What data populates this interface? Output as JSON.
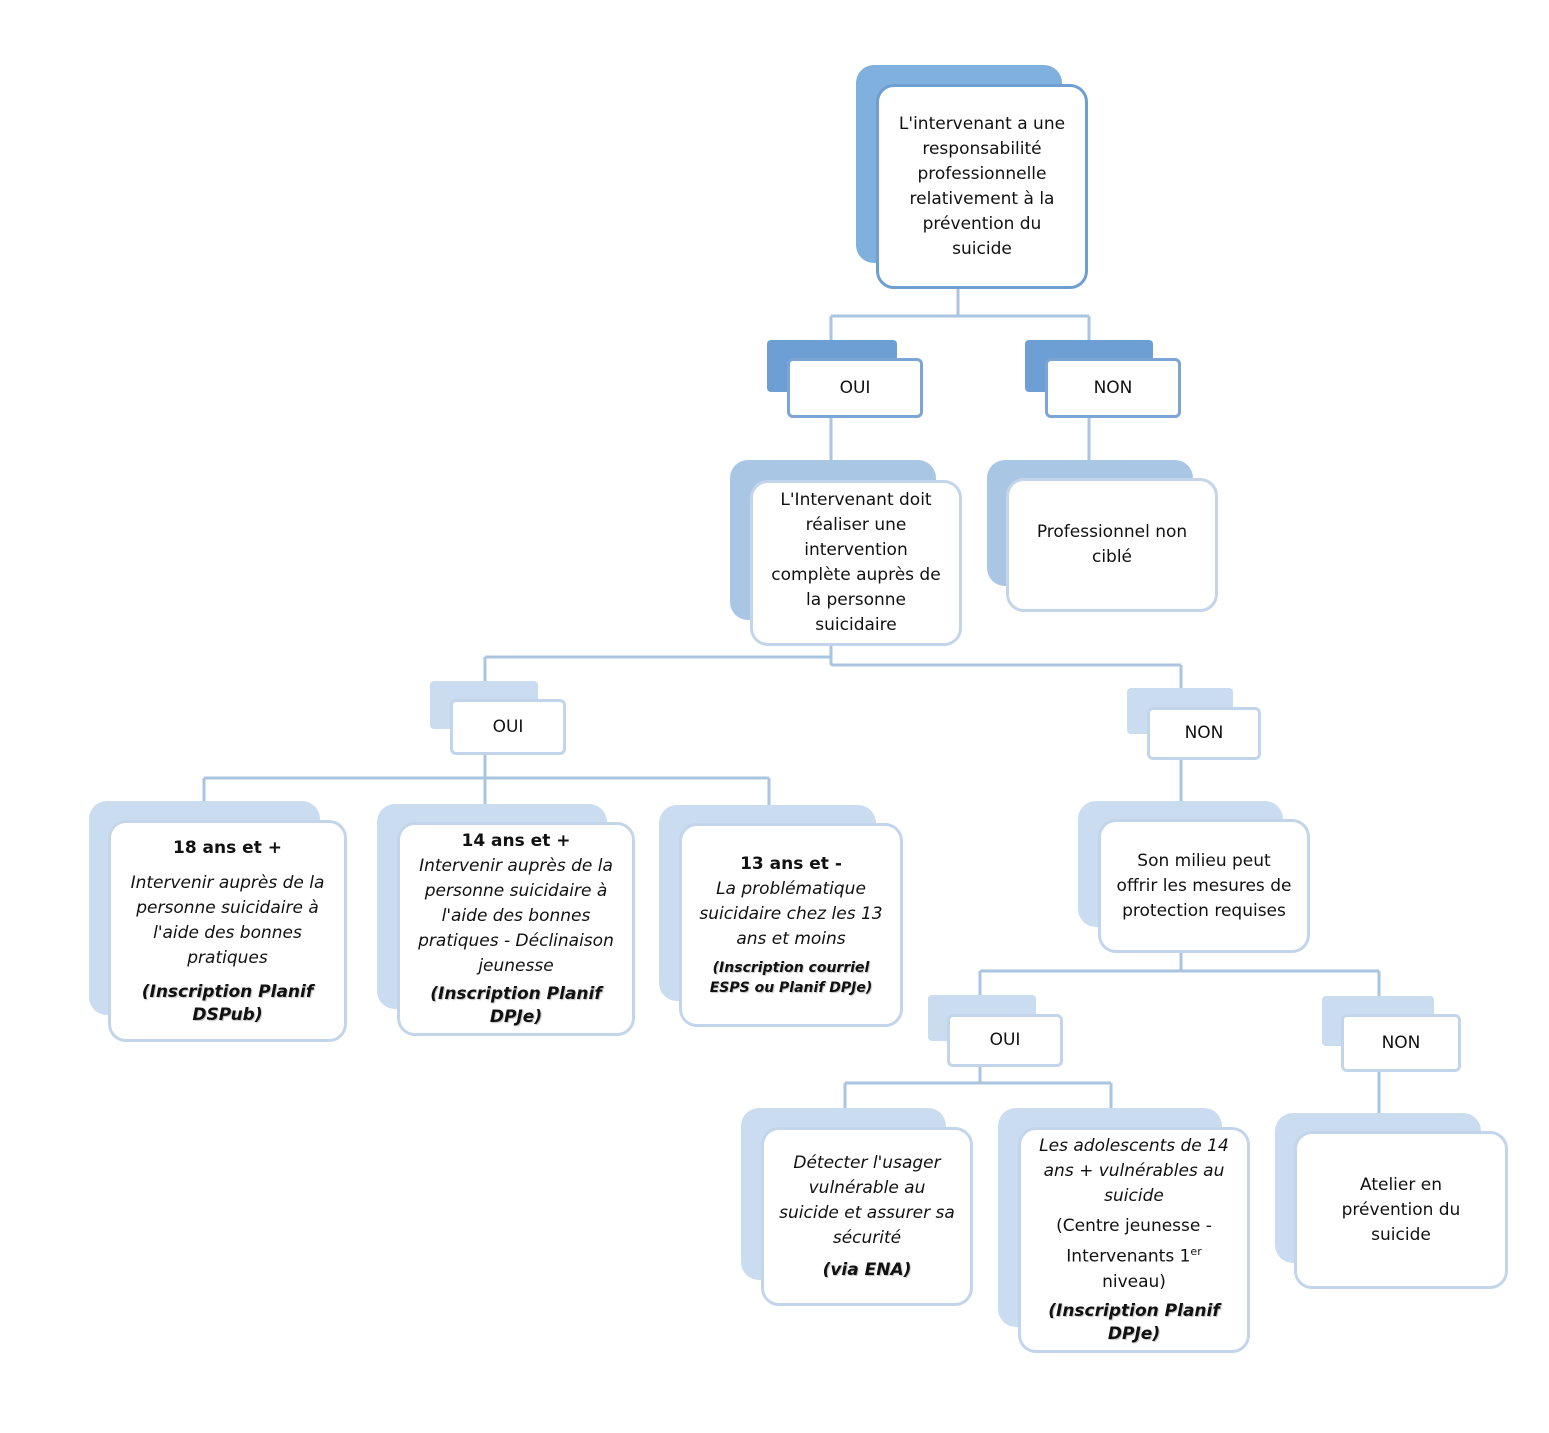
{
  "colors": {
    "root_shadow": "#7fb0de",
    "root_border": "#6f9fd0",
    "dark_shadow": "#6e9fd4",
    "dark_border": "#7aa5d4",
    "mid_shadow": "#a9c7e5",
    "light_shadow": "#cadcef",
    "light_border": "#c2d5ea",
    "connector": "#a9c5e2"
  },
  "nodes": {
    "root": {
      "lines": [
        "L'intervenant a une",
        "responsabilité",
        "professionnelle",
        "relativement à la",
        "prévention du",
        "suicide"
      ]
    },
    "oui_1": {
      "label": "OUI"
    },
    "non_1": {
      "label": "NON"
    },
    "intervention_complete": {
      "lines": [
        "L'Intervenant doit",
        "réaliser une",
        "intervention",
        "complète auprès de",
        "la personne",
        "suicidaire"
      ]
    },
    "professionnel_non_cible": {
      "lines": [
        "Professionnel non",
        "ciblé"
      ]
    },
    "oui_2": {
      "label": "OUI"
    },
    "non_2": {
      "label": "NON"
    },
    "age_18": {
      "heading": "18 ans et +",
      "lines": [
        "Intervenir auprès de la",
        "personne suicidaire à",
        "l'aide des bonnes",
        "pratiques"
      ],
      "note": [
        "(Inscription Planif",
        "DSPub)"
      ]
    },
    "age_14": {
      "heading": "14 ans et +",
      "lines": [
        "Intervenir auprès de la",
        "personne suicidaire à",
        "l'aide des bonnes",
        "pratiques - Déclinaison",
        "jeunesse"
      ],
      "note": [
        "(Inscription Planif",
        "DPJe)"
      ]
    },
    "age_13": {
      "heading": "13 ans et -",
      "lines": [
        "La problématique",
        "suicidaire chez les 13",
        "ans et moins"
      ],
      "note": [
        "(Inscription courriel",
        "ESPS ou Planif DPJe)"
      ]
    },
    "milieu": {
      "lines": [
        "Son milieu peut",
        "offrir les mesures de",
        "protection requises"
      ]
    },
    "oui_3": {
      "label": "OUI"
    },
    "non_3": {
      "label": "NON"
    },
    "detecter": {
      "lines": [
        "Détecter l'usager",
        "vulnérable au",
        "suicide et assurer sa",
        "sécurité"
      ],
      "note": [
        "(via ENA)"
      ]
    },
    "adolescents": {
      "lines": [
        "Les adolescents de 14",
        "ans + vulnérables au",
        "suicide"
      ],
      "paren_1": "(Centre jeunesse -",
      "paren_2_main": "Intervenants 1",
      "paren_2_sup": "er",
      "paren_3": "niveau)",
      "note": [
        "(Inscription Planif",
        "DPJe)"
      ]
    },
    "atelier": {
      "lines": [
        "Atelier en",
        "prévention du",
        "suicide"
      ]
    }
  }
}
